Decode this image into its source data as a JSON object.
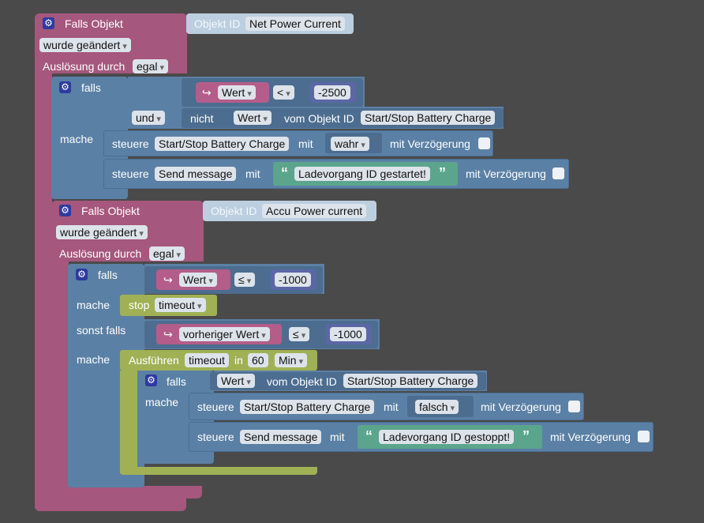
{
  "on_obj_1": {
    "title": "Falls Objekt",
    "objid_label": "Objekt ID",
    "objid_value": "Net Power Current",
    "changed": "wurde geändert",
    "trigger_label": "Auslösung durch",
    "trigger_value": "egal"
  },
  "if_1": {
    "falls": "falls",
    "wert": "Wert",
    "op": "<",
    "num": "-2500",
    "und": "und",
    "nicht": "nicht",
    "wert2": "Wert",
    "vom_objekt": "vom Objekt ID",
    "obj": "Start/Stop Battery Charge",
    "mache": "mache"
  },
  "set_1": {
    "steuere": "steuere",
    "target": "Start/Stop Battery Charge",
    "mit": "mit",
    "value": "wahr",
    "delay": "mit Verzögerung"
  },
  "set_2": {
    "steuere": "steuere",
    "target": "Send message",
    "mit": "mit",
    "text": "Ladevorgang ID gestartet!",
    "delay": "mit Verzögerung"
  },
  "on_obj_2": {
    "title": "Falls Objekt",
    "objid_label": "Objekt ID",
    "objid_value": "Accu Power current",
    "changed": "wurde geändert",
    "trigger_label": "Auslösung durch",
    "trigger_value": "egal"
  },
  "if_2": {
    "falls": "falls",
    "wert": "Wert",
    "op": "≤",
    "num": "-1000",
    "mache": "mache",
    "stop": "stop",
    "timeout": "timeout",
    "sonst_falls": "sonst falls",
    "prev_wert": "vorheriger Wert",
    "op2": "≤",
    "num2": "-1000",
    "mache2": "mache"
  },
  "timeout_block": {
    "ausfuhren": "Ausführen",
    "timeout": "timeout",
    "in": "in",
    "amount": "60",
    "unit": "Min"
  },
  "if_3": {
    "falls": "falls",
    "wert": "Wert",
    "vom_objekt": "vom Objekt ID",
    "obj": "Start/Stop Battery Charge",
    "mache": "mache"
  },
  "set_3": {
    "steuere": "steuere",
    "target": "Start/Stop Battery Charge",
    "mit": "mit",
    "value": "falsch",
    "delay": "mit Verzögerung"
  },
  "set_4": {
    "steuere": "steuere",
    "target": "Send message",
    "mit": "mit",
    "text": "Ladevorgang ID gestoppt!",
    "delay": "mit Verzögerung"
  },
  "icons": {
    "gear": "⚙",
    "arrow": "↪",
    "quote_open": "“",
    "quote_close": "”"
  },
  "colors": {
    "background": "#4a4a4a",
    "event_block": "#a5577d",
    "logic_block": "#5b80a5",
    "timer_block": "#a0b155",
    "text_block": "#5ba58c",
    "math_block": "#5b67a5"
  }
}
